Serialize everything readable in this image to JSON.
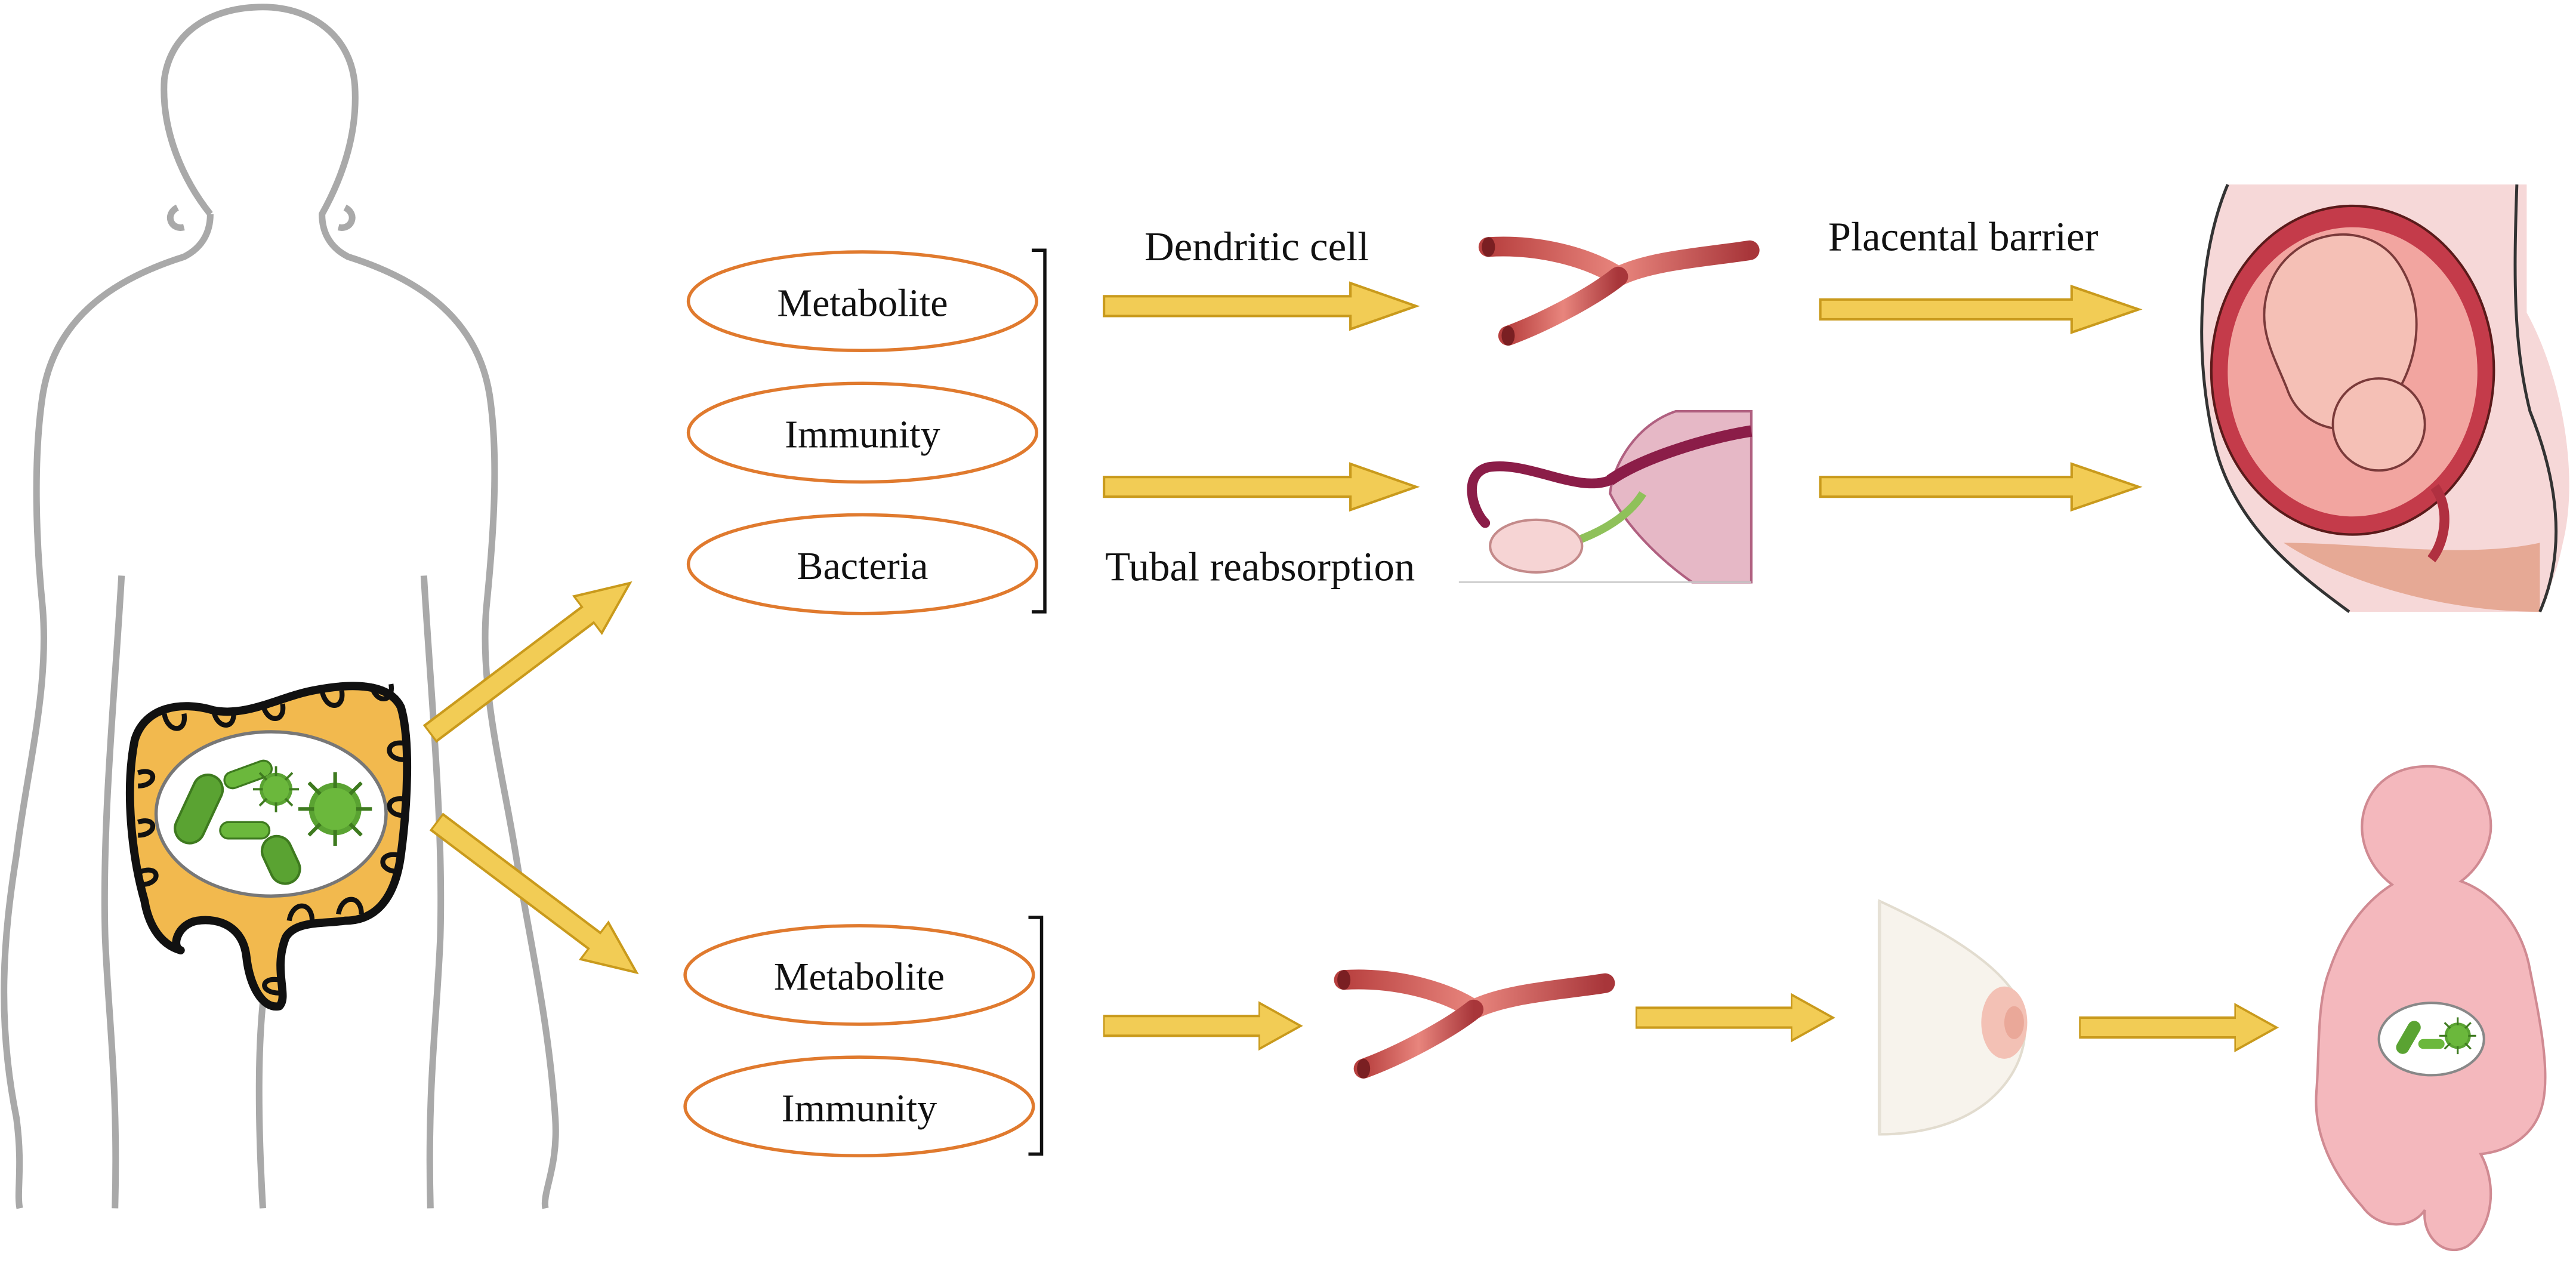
{
  "upper_pathway": {
    "ellipses": [
      "Metabolite",
      "Immunity",
      "Bacteria"
    ],
    "label_dendritic": "Dendritic cell",
    "label_tubal": "Tubal reabsorption",
    "label_placental": "Placental barrier"
  },
  "lower_pathway": {
    "ellipses": [
      "Metabolite",
      "Immunity"
    ]
  },
  "colors": {
    "ellipse_stroke": "#e07a2e",
    "arrow_fill": "#f2cc55",
    "arrow_stroke": "#c99a1c",
    "body_outline": "#a9a9a9",
    "intestine_fill": "#f2b94e",
    "bacteria_green": "#5aa332",
    "vessel": "#c0504d",
    "baby_pink": "#f4b8bd"
  },
  "icons": [
    "woman-silhouette-icon",
    "intestine-icon",
    "bacteria-icon",
    "blood-vessel-icon",
    "fallopian-tube-icon",
    "pregnant-uterus-icon",
    "breast-icon",
    "infant-icon"
  ]
}
